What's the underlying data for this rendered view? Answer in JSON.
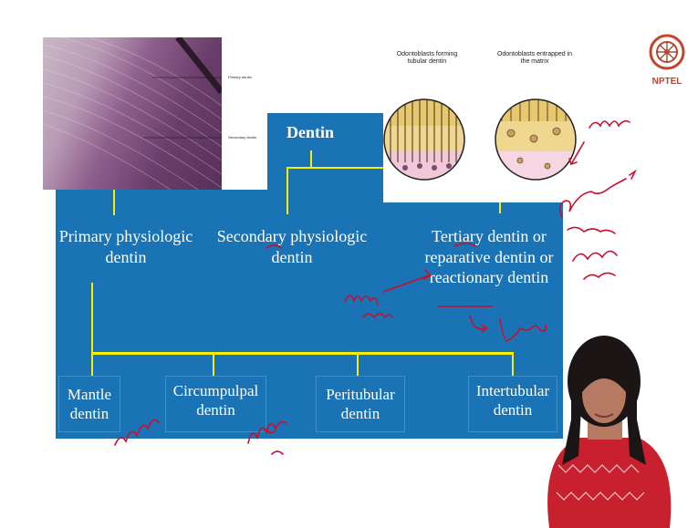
{
  "diagram": {
    "root": "Dentin",
    "primary": "Primary physiologic dentin",
    "secondary": "Secondary physiologic dentin",
    "tertiary": "Tertiary dentin or reparative dentin or reactionary dentin",
    "leaves": [
      "Mantle dentin",
      "Circumpulpal dentin",
      "Peritubular dentin",
      "Intertubular dentin"
    ]
  },
  "micrograph": {
    "label_primary": "Primary dentin",
    "label_secondary": "Secondary dentin"
  },
  "illustrations": {
    "left_caption": "Odontoblasts forming tubular dentin",
    "right_caption": "Odontoblasts entrapped in the matrix"
  },
  "logo": {
    "text": "NPTEL"
  },
  "colors": {
    "box_blue": "#1a73b5",
    "connector_yellow": "#f4f000",
    "ink_red": "#c8102e"
  }
}
